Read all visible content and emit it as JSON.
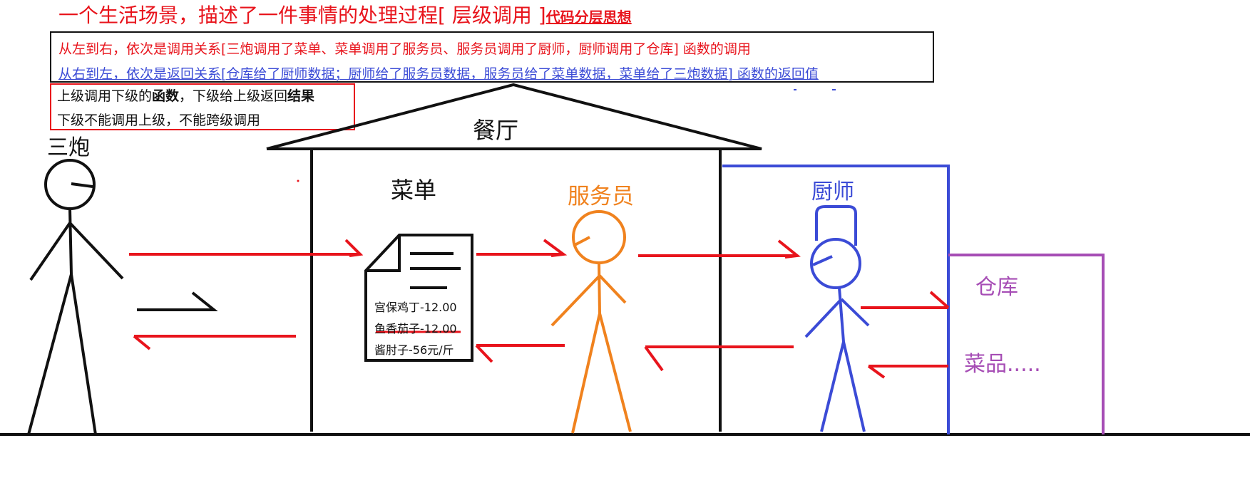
{
  "title": {
    "main": "一个生活场景，描述了一件事情的处理过程[ 层级调用 ]",
    "sub": "代码分层思想"
  },
  "info_box": {
    "call_line": "从左到右，依次是调用关系[三炮调用了菜单、菜单调用了服务员、服务员调用了厨师，厨师调用了仓库]     函数的调用",
    "return_line": "从右到左，依次是返回关系[仓库给了厨师数据；厨师给了服务员数据，服务员给了菜单数据，菜单给了三炮数据]  函数的返回值"
  },
  "rules_box": {
    "rule1_a": "上级调用下级的",
    "rule1_b": "函数",
    "rule1_c": "，下级给上级返回",
    "rule1_d": "结果",
    "rule2": "下级不能调用上级，不能跨级调用"
  },
  "labels": {
    "customer": "三炮",
    "restaurant": "餐厅",
    "menu": "菜单",
    "waiter": "服务员",
    "chef": "厨师",
    "warehouse": "仓库",
    "dishes": "菜品....."
  },
  "menu_items": [
    "宫保鸡丁-12.00",
    "鱼香茄子-12.00",
    "酱肘子-56元/斤"
  ],
  "colors": {
    "red": "#e8141c",
    "blue": "#3b4bd6",
    "orange": "#f0821e",
    "purple": "#a64db5",
    "black": "#111111"
  }
}
